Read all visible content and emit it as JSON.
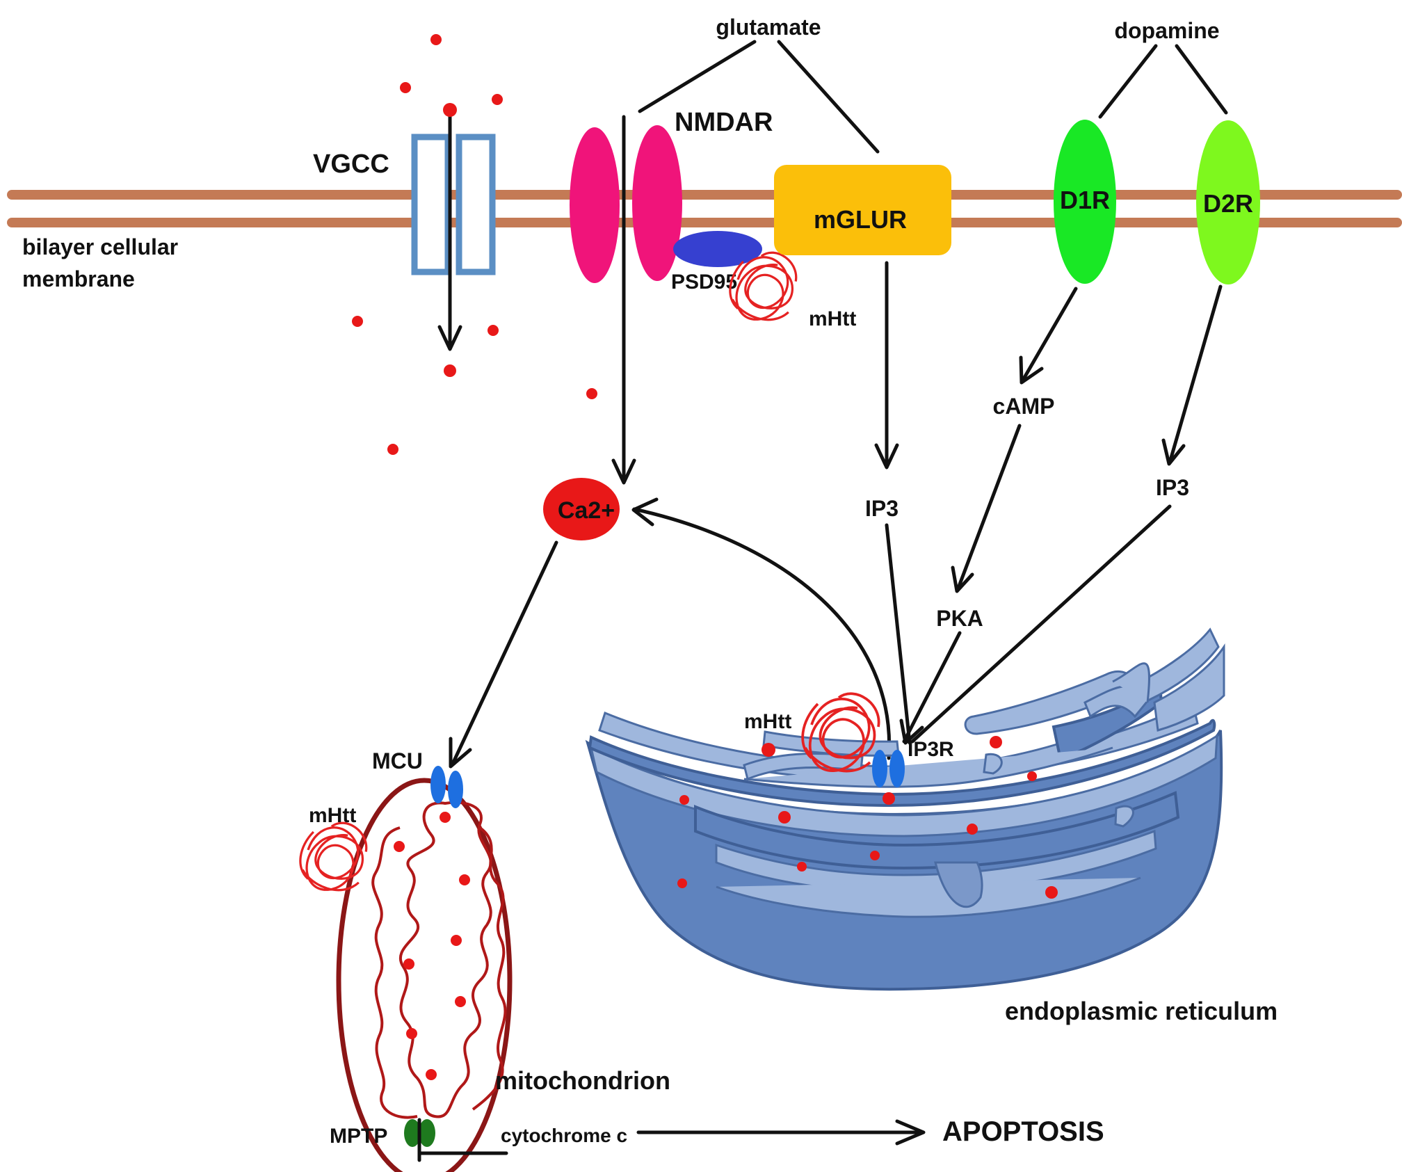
{
  "labels": {
    "glutamate": "glutamate",
    "dopamine": "dopamine",
    "nmdar": "NMDAR",
    "vgcc": "VGCC",
    "membrane_line1": "bilayer cellular",
    "membrane_line2": "membrane",
    "mglur": "mGLUR",
    "d1r": "D1R",
    "d2r": "D2R",
    "psd95": "PSD95",
    "mhtt_membrane": "mHtt",
    "camp": "cAMP",
    "ip3_mglur": "IP3",
    "ip3_d2r": "IP3",
    "pka": "PKA",
    "ca2": "Ca2+",
    "mhtt_er": "mHtt",
    "ip3r": "IP3R",
    "mcu": "MCU",
    "mhtt_mito": "mHtt",
    "mitochondrion": "mitochondrion",
    "mptp": "MPTP",
    "cytochrome_c": "cytochrome c",
    "apoptosis": "APOPTOSIS",
    "endoplasmic_reticulum": "endoplasmic reticulum"
  },
  "colors": {
    "membrane": "#c47a55",
    "nmdar": "#f0147a",
    "vgcc": "#5b8fc4",
    "mglur": "#fbbf0a",
    "d1r": "#19e825",
    "d2r": "#7ef81e",
    "psd95": "#3640d0",
    "calcium": "#e81818",
    "er": "#5f83be",
    "mitochondrion": "#8b1616",
    "mcu": "#1e6fe0",
    "mptp": "#1e7a1e",
    "mhtt": "#e52222"
  }
}
